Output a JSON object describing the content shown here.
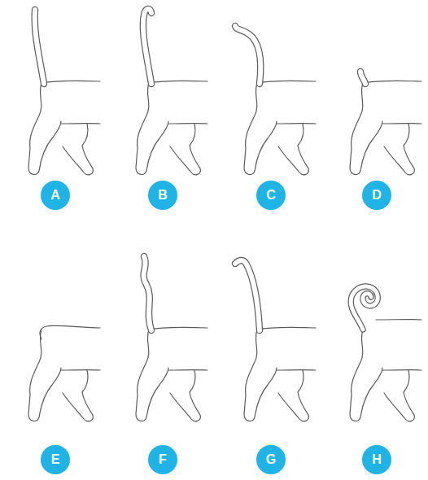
{
  "diagram": {
    "nodes": [
      {
        "text": [
          "A"
        ]
      },
      {
        "text": [
          "B"
        ]
      },
      {
        "text": [
          "C"
        ]
      },
      {
        "text": [
          "D"
        ]
      },
      {
        "text": [
          "E"
        ]
      },
      {
        "text": [
          "F"
        ]
      },
      {
        "text": [
          "G"
        ]
      },
      {
        "text": [
          "H"
        ]
      }
    ]
  }
}
